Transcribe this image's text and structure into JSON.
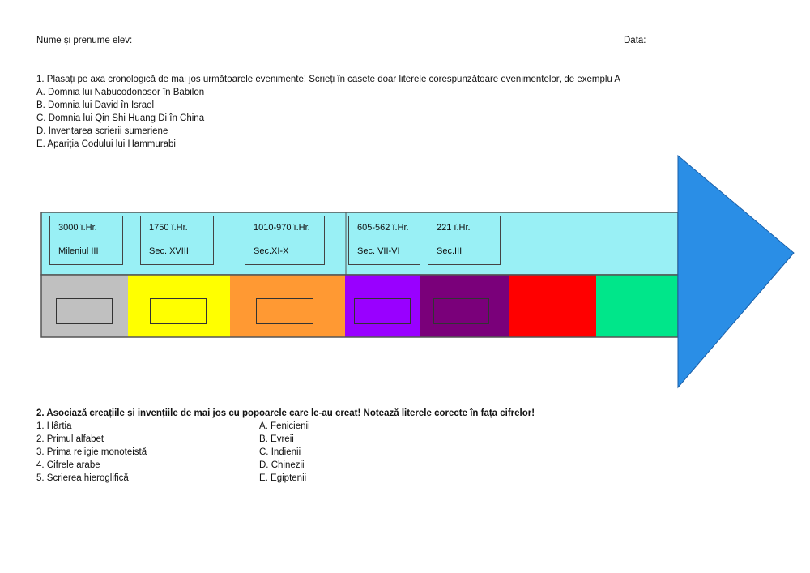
{
  "header": {
    "name_label": "Nume și prenume elev:",
    "date_label": "Data:"
  },
  "exercise1": {
    "instruction": "1. Plasați pe axa cronologică de mai jos următoarele evenimente! Scrieți în casete doar literele corespunzătoare evenimentelor, de exemplu A",
    "events": [
      "A. Domnia lui Nabucodonosor în Babilon",
      "B. Domnia lui David în Israel",
      "C. Domnia lui Qin Shi Huang Di în China",
      "D. Inventarea scrierii sumeriene",
      "E. Apariția Codului lui Hammurabi"
    ]
  },
  "timeline": {
    "date_boxes": [
      {
        "date": "3000 î.Hr.",
        "period": "Mileniul III"
      },
      {
        "date": "1750  î.Hr.",
        "period": "Sec. XVIII"
      },
      {
        "date": "1010-970 î.Hr.",
        "period": "Sec.XI-X"
      },
      {
        "date": "605-562 î.Hr.",
        "period": "Sec. VII-VI"
      },
      {
        "date": "221 î.Hr.",
        "period": "Sec.III"
      }
    ],
    "segment_colors": [
      "#c0c0c0",
      "#ffff00",
      "#ff9933",
      "#9900ff",
      "#7a007a",
      "#ff0000",
      "#00e68a"
    ],
    "top_band_color": "#99f0f5",
    "arrow_color": "#2a8ee6"
  },
  "exercise2": {
    "instruction": "2. Asociază creațiile și invențiile de mai jos cu popoarele care le-au creat! Notează literele corecte în fața cifrelor!",
    "items": [
      "1. Hârtia",
      "2. Primul alfabet",
      "3. Prima religie monoteistă",
      "4. Cifrele arabe",
      "5. Scrierea hieroglifică"
    ],
    "peoples": [
      "A. Fenicienii",
      "B. Evreii",
      "C. Indienii",
      "D. Chinezii",
      "E. Egiptenii"
    ]
  }
}
